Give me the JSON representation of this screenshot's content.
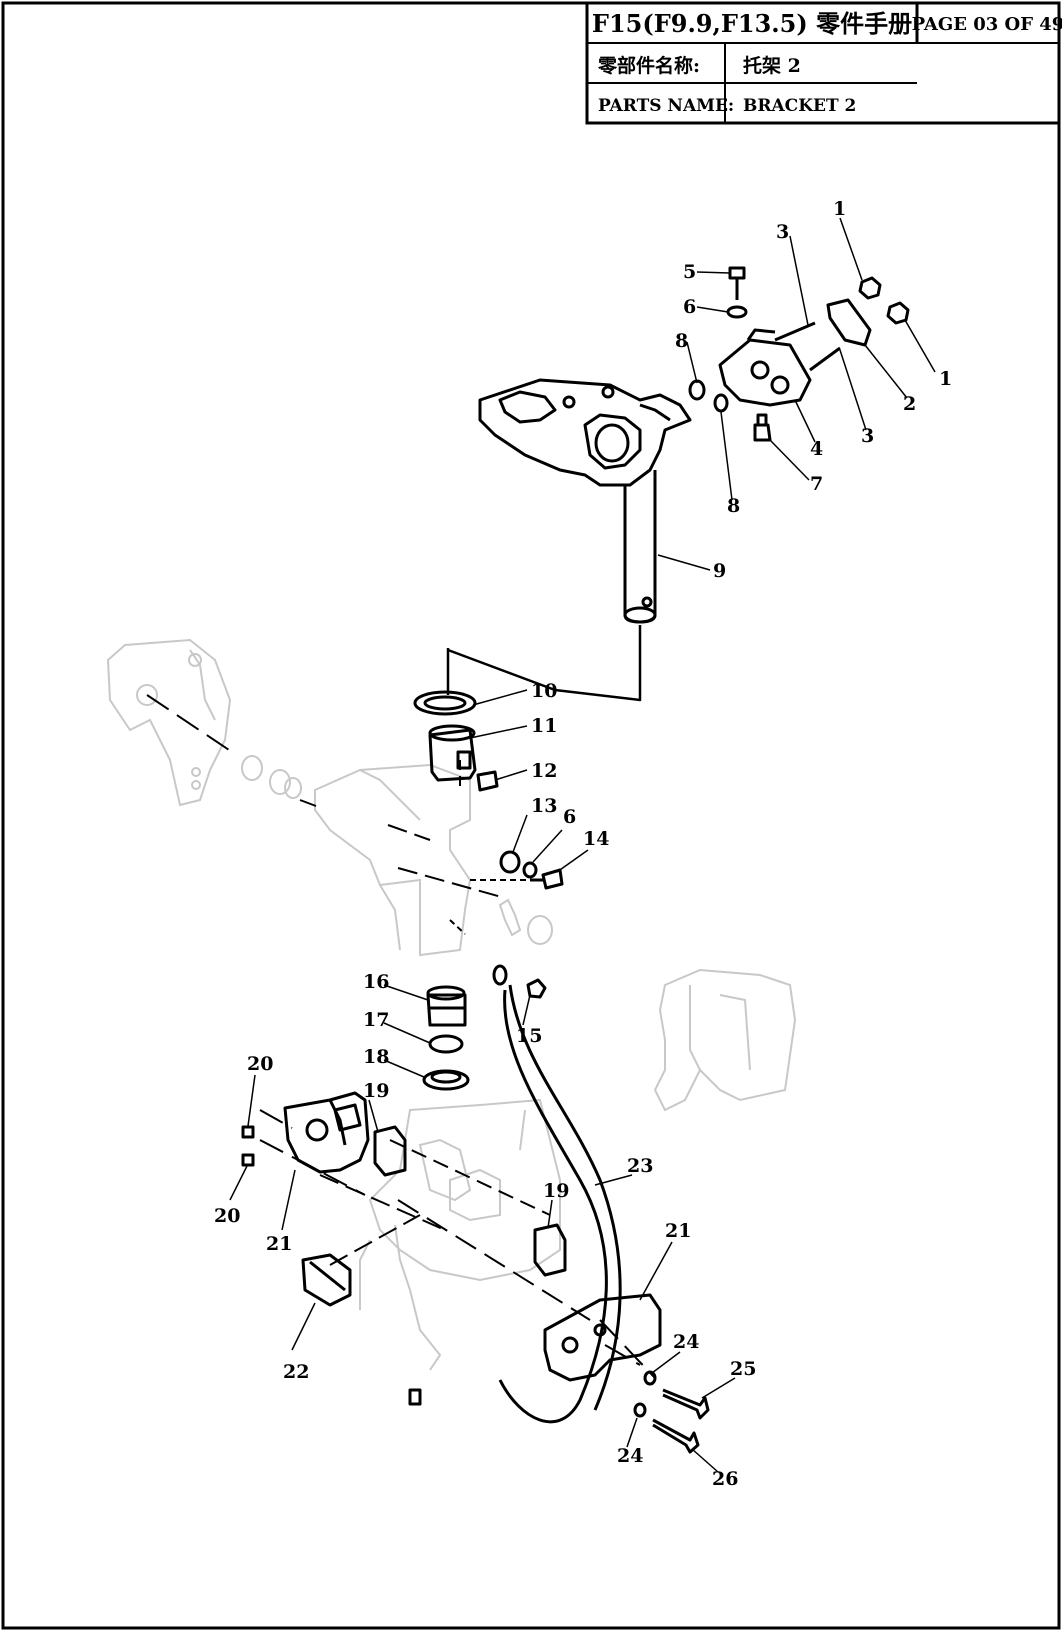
{
  "header": {
    "title": "F15(F9.9,F13.5) 零件手册",
    "page": "PAGE 03 OF 49",
    "cn_label": "零部件名称:",
    "cn_value": "托架 2",
    "en_label": "PARTS NAME:",
    "en_value": "BRACKET 2"
  },
  "callouts": [
    "1",
    "1",
    "2",
    "3",
    "3",
    "4",
    "5",
    "6",
    "7",
    "8",
    "8",
    "9",
    "10",
    "11",
    "12",
    "13",
    "6",
    "14",
    "15",
    "16",
    "17",
    "18",
    "19",
    "19",
    "20",
    "20",
    "21",
    "21",
    "22",
    "23",
    "24",
    "24",
    "25",
    "26"
  ]
}
